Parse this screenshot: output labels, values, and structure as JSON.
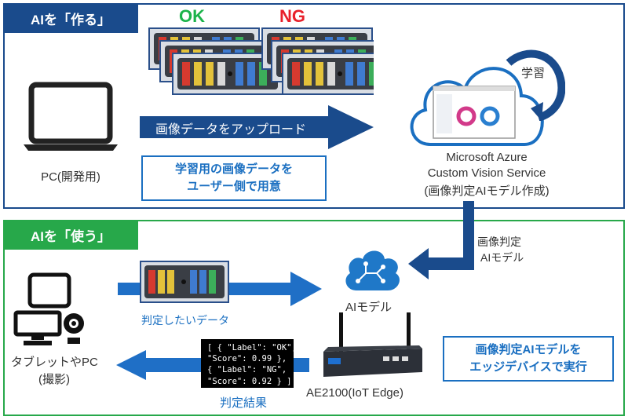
{
  "make_section": {
    "title": "AIを「作る」",
    "ok_label": "OK",
    "ng_label": "NG",
    "pc_label": "PC(開発用)",
    "upload_label": "画像データをアップロード",
    "note_line1": "学習用の画像データを",
    "note_line2": "ユーザー側で用意",
    "learning_label": "学習",
    "azure_line1": "Microsoft Azure",
    "azure_line2": "Custom Vision Service",
    "azure_line3": "(画像判定AIモデル作成)",
    "model_arrow_line1": "画像判定",
    "model_arrow_line2": "AIモデル"
  },
  "use_section": {
    "title": "AIを「使う」",
    "ai_model_label": "AIモデル",
    "input_label": "判定したいデータ",
    "device_line1": "タブレットやPC",
    "device_line2": "(撮影)",
    "result_label": "判定結果",
    "edge_label": "AE2100(IoT Edge)",
    "json_line1": "[ { \"Label\": \"OK\",",
    "json_line2": "\"Score\": 0.99 },",
    "json_line3": "{ \"Label\": \"NG\",",
    "json_line4": "\"Score\": 0.92 } ]",
    "note_line1": "画像判定AIモデルを",
    "note_line2": "エッジデバイスで実行"
  },
  "colors": {
    "make_accent": "#1a4b8c",
    "use_accent": "#27a84a",
    "arrow": "#1a4b8c",
    "text_blue": "#1a6fc1"
  },
  "icons": [
    "laptop-icon",
    "cloud-icon",
    "refresh-arrow-icon",
    "brain-circuit-icon",
    "tablet-icon",
    "monitor-icon",
    "camera-icon",
    "edge-device-icon",
    "fuse-block-image"
  ]
}
